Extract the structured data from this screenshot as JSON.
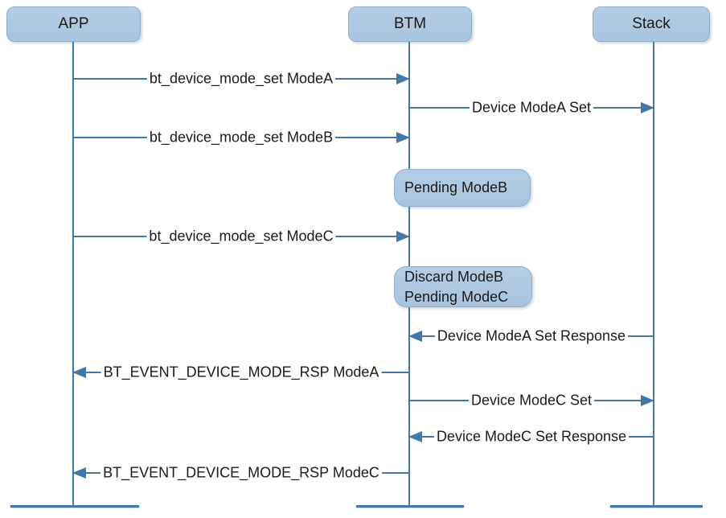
{
  "actors": [
    {
      "name": "APP"
    },
    {
      "name": "BTM"
    },
    {
      "name": "Stack"
    }
  ],
  "messages": [
    {
      "label": "bt_device_mode_set ModeA",
      "from": "APP",
      "to": "BTM"
    },
    {
      "label": "Device ModeA Set",
      "from": "BTM",
      "to": "Stack"
    },
    {
      "label": "bt_device_mode_set ModeB",
      "from": "APP",
      "to": "BTM"
    },
    {
      "label": "bt_device_mode_set ModeC",
      "from": "APP",
      "to": "BTM"
    },
    {
      "label": "Device ModeA Set Response",
      "from": "Stack",
      "to": "BTM"
    },
    {
      "label": "BT_EVENT_DEVICE_MODE_RSP ModeA",
      "from": "BTM",
      "to": "APP"
    },
    {
      "label": "Device ModeC Set",
      "from": "BTM",
      "to": "Stack"
    },
    {
      "label": "Device ModeC Set Response",
      "from": "Stack",
      "to": "BTM"
    },
    {
      "label": "BT_EVENT_DEVICE_MODE_RSP ModeC",
      "from": "BTM",
      "to": "APP"
    }
  ],
  "notes": [
    {
      "line1": "Pending ModeB"
    },
    {
      "line1": "Discard ModeB",
      "line2": "Pending ModeC"
    }
  ],
  "colors": {
    "box_fill": "#a9c4df",
    "box_border": "#8fb0cd",
    "line": "#4377a6",
    "text": "#1a1a1a"
  }
}
